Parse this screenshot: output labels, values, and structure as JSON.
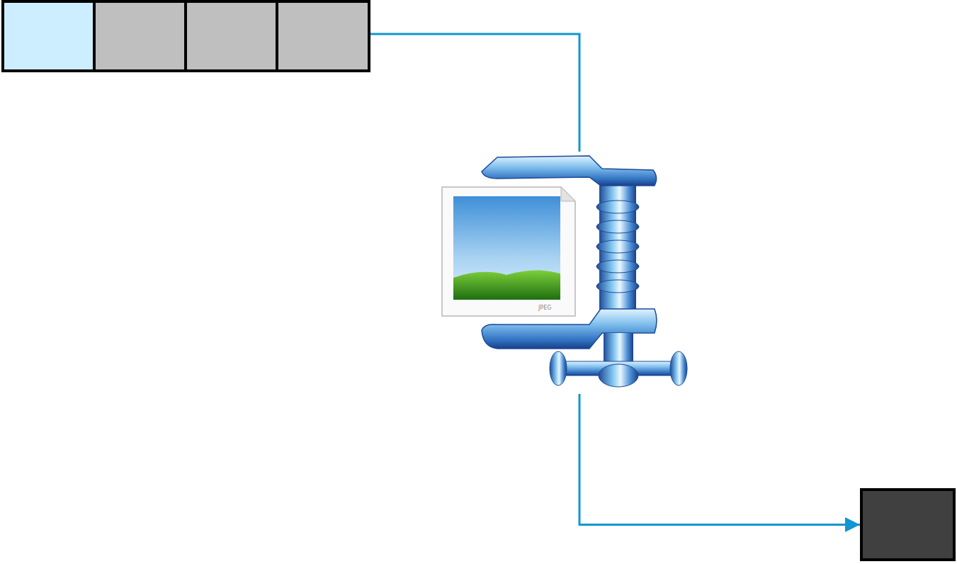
{
  "diagram": {
    "nodes": [
      {
        "text": []
      },
      {
        "text": []
      },
      {
        "text": []
      },
      {
        "text": []
      },
      {
        "text": []
      }
    ],
    "edges": [
      {
        "from": 3,
        "to": 4,
        "arrow": "to"
      }
    ],
    "labels": [
      "JPEG"
    ]
  }
}
